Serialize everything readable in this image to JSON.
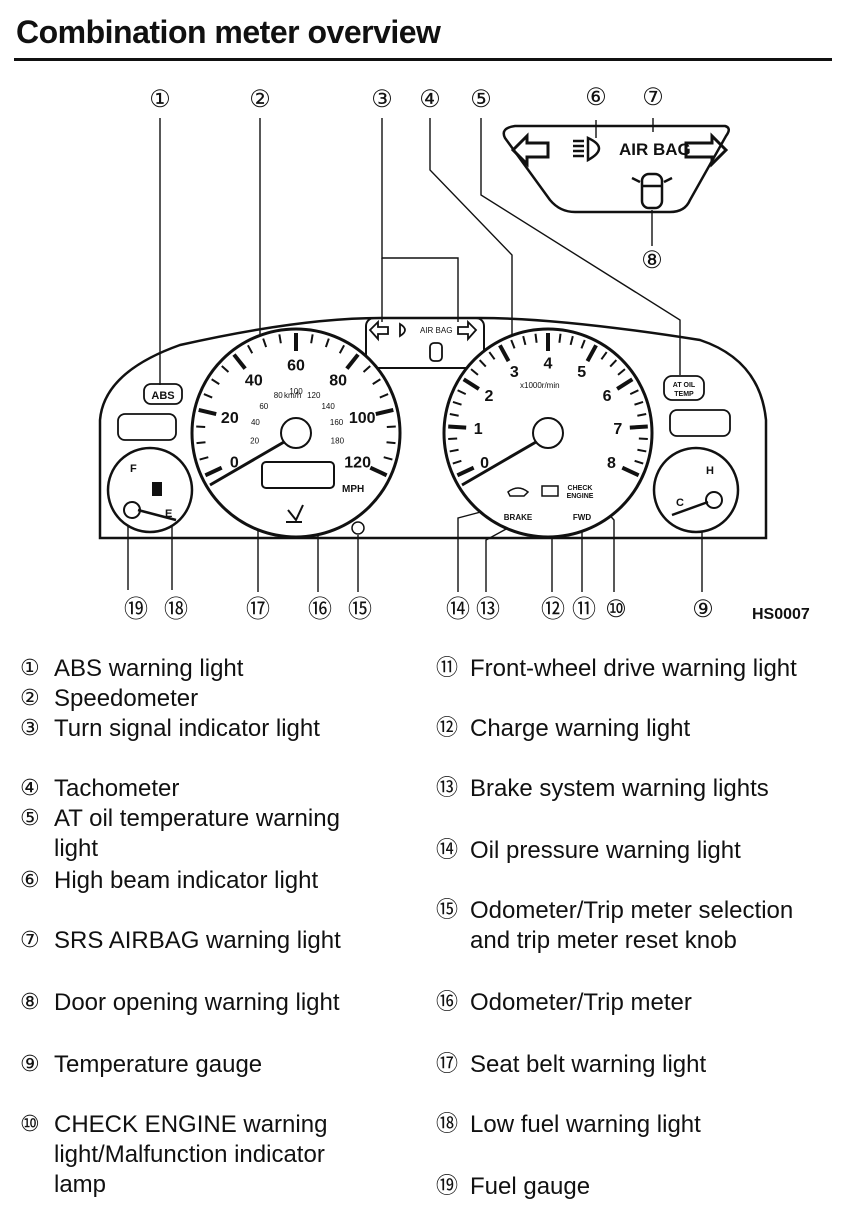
{
  "page": {
    "title": "Combination meter overview",
    "figure_code": "HS0007"
  },
  "diagram": {
    "callouts": [
      "①",
      "②",
      "③",
      "④",
      "⑤",
      "⑥",
      "⑦",
      "⑧",
      "⑨",
      "⑩",
      "⑪",
      "⑫",
      "⑬",
      "⑭",
      "⑮",
      "⑯",
      "⑰",
      "⑱",
      "⑲"
    ],
    "speedometer": {
      "mph_ticks": [
        "0",
        "20",
        "40",
        "60",
        "80",
        "100",
        "120"
      ],
      "kmh_ticks": [
        "20",
        "40",
        "60",
        "80",
        "100",
        "120",
        "140",
        "160",
        "180"
      ],
      "kmh_unit": "km/h",
      "mph_unit": "MPH"
    },
    "tachometer": {
      "ticks": [
        "0",
        "1",
        "2",
        "3",
        "4",
        "5",
        "6",
        "7",
        "8"
      ],
      "unit": "x1000r/min"
    },
    "labels": {
      "abs": "ABS",
      "air_bag": "AIR BAG",
      "air_bag_small": "AIR BAG",
      "at_oil_temp_1": "AT OIL",
      "at_oil_temp_2": "TEMP",
      "brake": "BRAKE",
      "fwd": "FWD",
      "check_engine_1": "CHECK",
      "check_engine_2": "ENGINE",
      "fuel_f": "F",
      "fuel_e": "E",
      "temp_h": "H",
      "temp_c": "C"
    }
  },
  "legend": [
    {
      "num": "①",
      "text": "ABS warning light"
    },
    {
      "num": "②",
      "text": "Speedometer"
    },
    {
      "num": "③",
      "text": "Turn signal indicator light"
    },
    {
      "num": "④",
      "text": "Tachometer"
    },
    {
      "num": "⑤",
      "text": "AT oil temperature warning light"
    },
    {
      "num": "⑥",
      "text": "High beam indicator light"
    },
    {
      "num": "⑦",
      "text": "SRS AIRBAG warning light"
    },
    {
      "num": "⑧",
      "text": "Door opening warning light"
    },
    {
      "num": "⑨",
      "text": "Temperature gauge"
    },
    {
      "num": "⑩",
      "text": "CHECK ENGINE warning light/Malfunction indicator lamp"
    },
    {
      "num": "⑪",
      "text": "Front-wheel drive warning light"
    },
    {
      "num": "⑫",
      "text": "Charge warning light"
    },
    {
      "num": "⑬",
      "text": "Brake system warning lights"
    },
    {
      "num": "⑭",
      "text": "Oil pressure warning light"
    },
    {
      "num": "⑮",
      "text": "Odometer/Trip meter selection and trip meter reset knob"
    },
    {
      "num": "⑯",
      "text": "Odometer/Trip meter"
    },
    {
      "num": "⑰",
      "text": "Seat belt warning light"
    },
    {
      "num": "⑱",
      "text": "Low fuel warning light"
    },
    {
      "num": "⑲",
      "text": "Fuel gauge"
    }
  ]
}
